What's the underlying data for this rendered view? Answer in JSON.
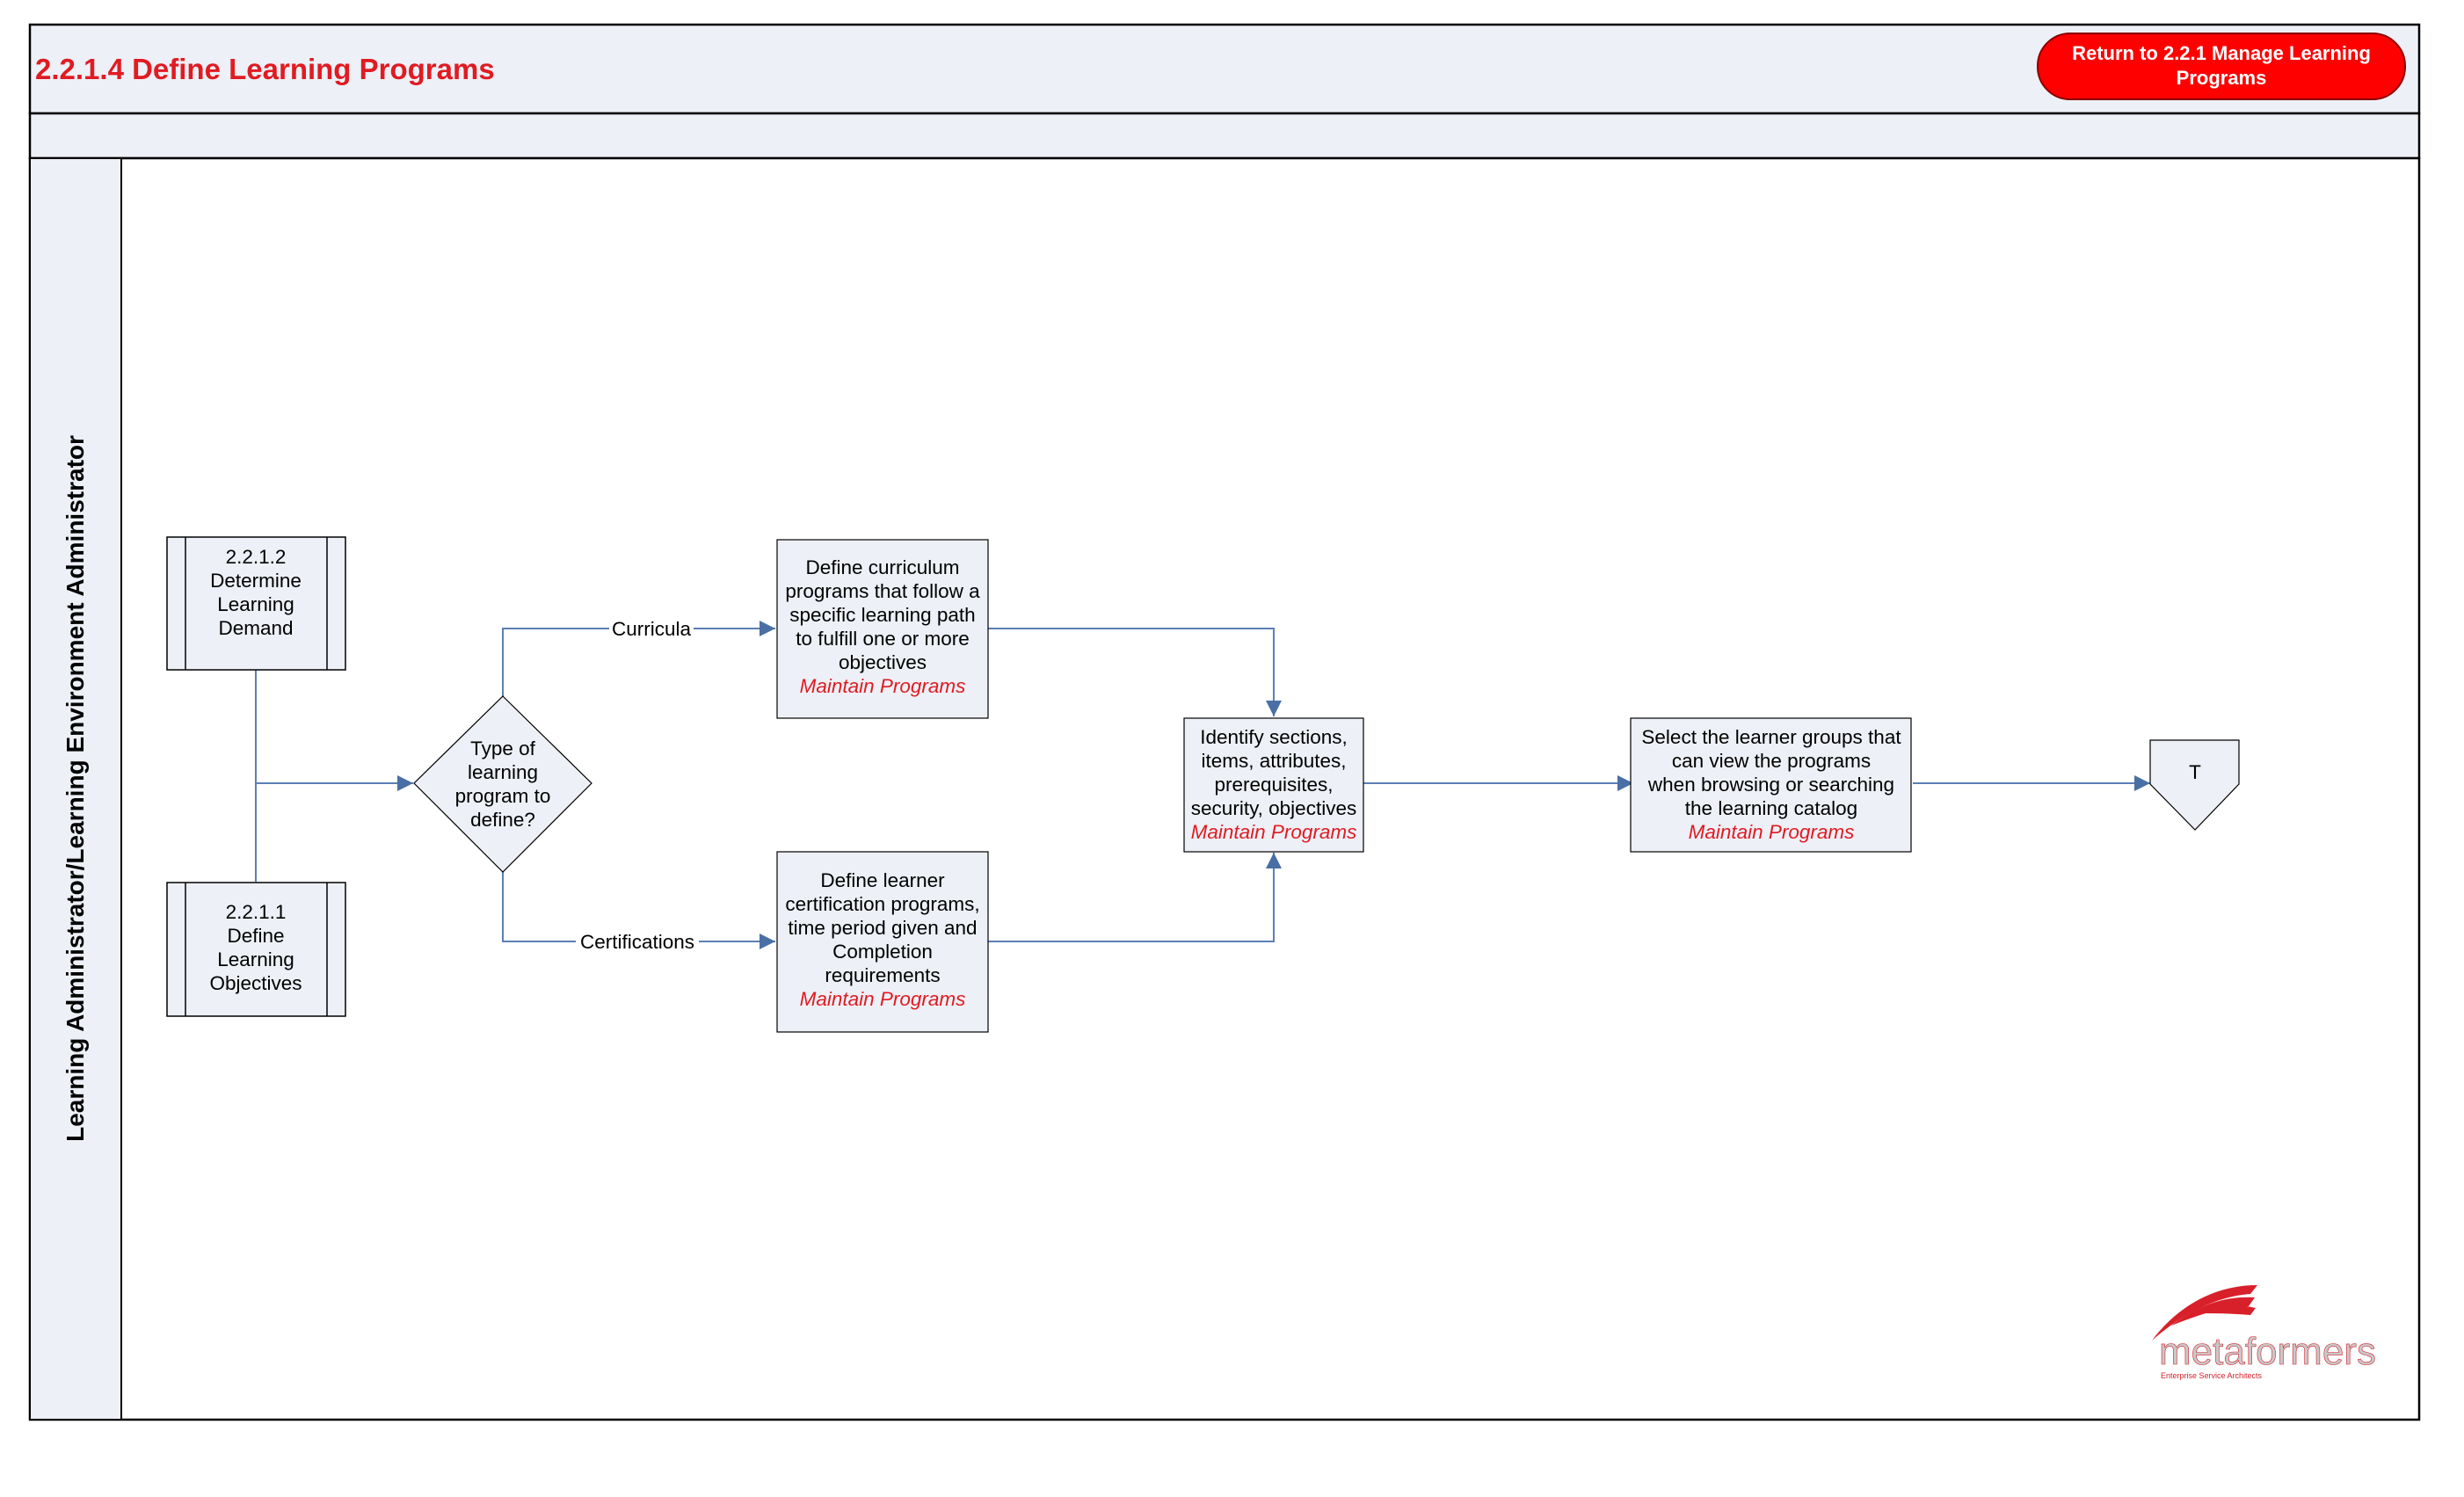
{
  "header": {
    "title": "2.2.1.4 Define Learning Programs",
    "return_button": [
      "Return to 2.2.1 Manage Learning",
      "Programs"
    ]
  },
  "lane": {
    "label": "Learning Administrator/Learning Environment Administrator"
  },
  "nodes": {
    "demand": [
      "2.2.1.2",
      "Determine",
      "Learning",
      "Demand"
    ],
    "objectives": [
      "2.2.1.1",
      "Define",
      "Learning",
      "Objectives"
    ],
    "decision": [
      "Type of",
      "learning",
      "program to",
      "define?"
    ],
    "curriculum": [
      "Define curriculum",
      "programs that follow a",
      "specific learning path",
      "to fulfill one or more",
      "objectives"
    ],
    "certification": [
      "Define learner",
      "certification programs,",
      "time period given and",
      "Completion",
      "requirements"
    ],
    "identify": [
      "Identify sections,",
      "items, attributes,",
      "prerequisites,",
      "security, objectives"
    ],
    "select": [
      "Select the learner groups that",
      "can view the programs",
      "when browsing or searching",
      "the learning catalog"
    ],
    "terminator": "T"
  },
  "system_link": "Maintain Programs",
  "edges": {
    "curricula": "Curricula",
    "certifications": "Certifications"
  },
  "logo": {
    "name": "metaformers",
    "tagline": "Enterprise Service Architects"
  },
  "colors": {
    "title_red": "#e01b22",
    "button_red": "#ff0000",
    "shape_fill": "#edf0f6",
    "header_fill": "#edf0f6",
    "connector": "#5b7fb5",
    "link_red": "#e01b22"
  }
}
